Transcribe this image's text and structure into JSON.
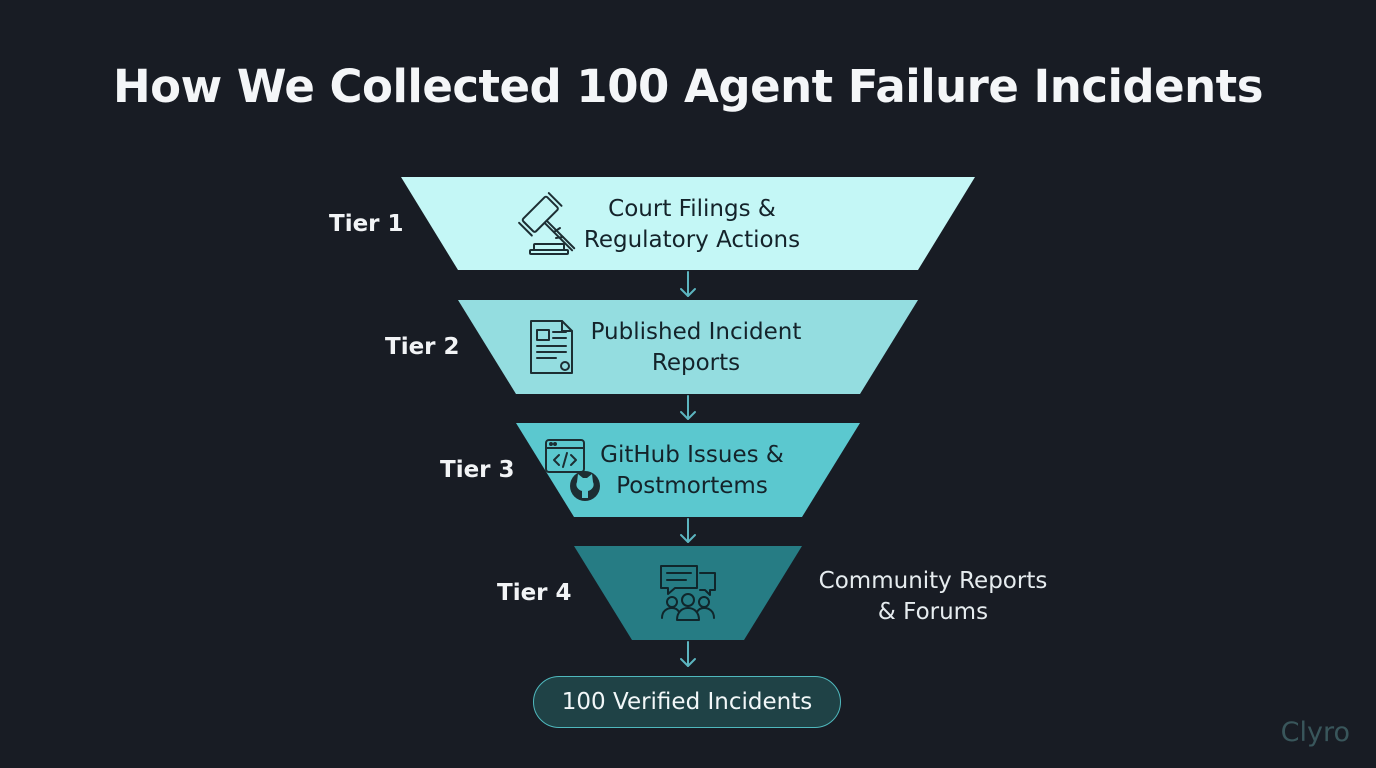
{
  "title": "How We Collected 100 Agent Failure Incidents",
  "tiers": [
    {
      "label": "Tier 1",
      "lines": [
        "Court Filings &",
        "Regulatory Actions"
      ],
      "icon": "gavel-icon",
      "color": "#c4f7f6"
    },
    {
      "label": "Tier 2",
      "lines": [
        "Published Incident",
        "Reports"
      ],
      "icon": "document-icon",
      "color": "#94dde0"
    },
    {
      "label": "Tier 3",
      "lines": [
        "GitHub Issues &",
        "Postmortems"
      ],
      "icon": "code-window-github-icon",
      "color": "#5bc8cf"
    },
    {
      "label": "Tier 4",
      "lines": [
        "Community Reports",
        "& Forums"
      ],
      "icon": "chat-people-icon",
      "color": "#267c84"
    }
  ],
  "result": "100 Verified Incidents",
  "brand": "Clyro",
  "colors": {
    "background": "#181c24",
    "arrow": "#5cb5c0",
    "pill_border": "#4fb8bd",
    "pill_fill": "#1f4246"
  }
}
